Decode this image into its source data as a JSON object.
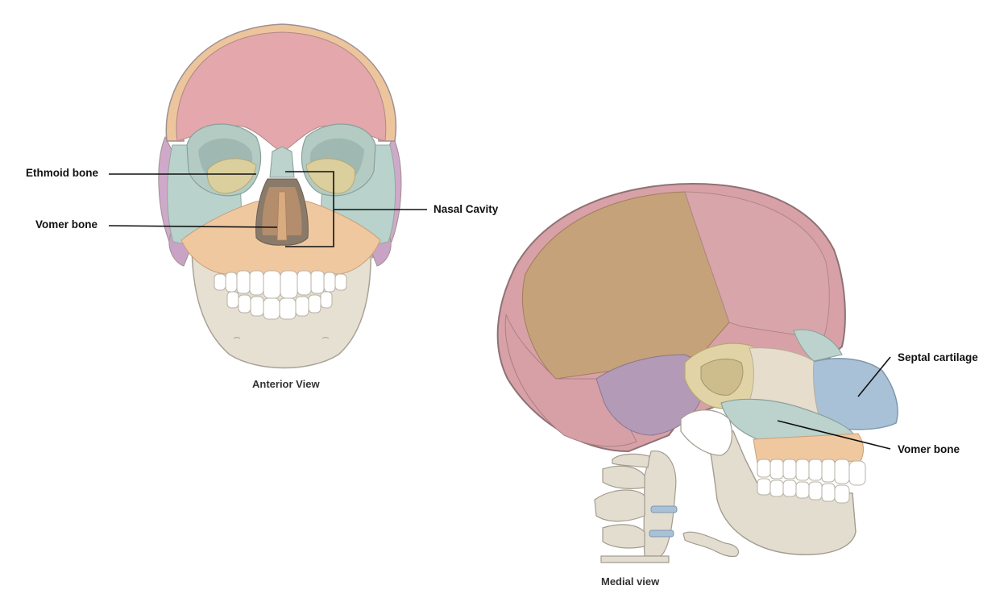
{
  "labels": {
    "ethmoid": "Ethmoid bone",
    "vomer_front": "Vomer bone",
    "nasal_cavity": "Nasal Cavity",
    "septal": "Septal cartilage",
    "vomer_medial": "Vomer bone"
  },
  "captions": {
    "anterior": "Anterior View",
    "medial": "Medial view"
  },
  "colors": {
    "frontal": "#e3a7ac",
    "maxilla": "#f0c8a0",
    "zygomatic": "#b9d3cc",
    "mandible": "#e6e0d2",
    "ethmoid": "#dccf9e",
    "temporal": "#cfa9c9",
    "parietal": "#c6a27a",
    "occipital": "#d8a1a7",
    "sphenoid": "#b39bb7",
    "septal_cartilage": "#a9c1d6",
    "vomer": "#bcd2cc",
    "teeth": "#ffffff"
  }
}
